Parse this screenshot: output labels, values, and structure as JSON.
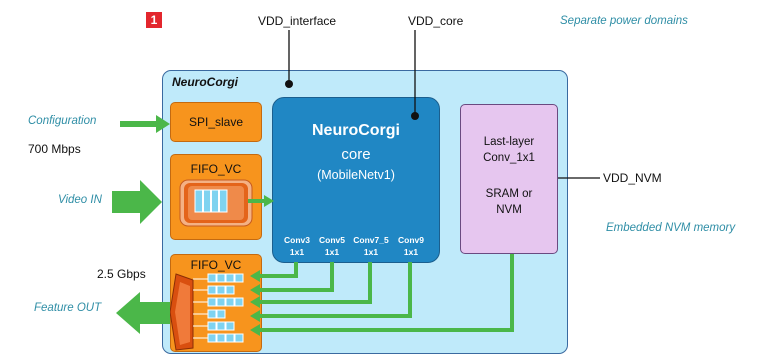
{
  "badge": "1",
  "power": {
    "vdd_interface": "VDD_interface",
    "vdd_core": "VDD_core",
    "vdd_nvm": "VDD_NVM",
    "separate_domains": "Separate power domains",
    "embedded_nvm": "Embedded NVM memory"
  },
  "chip": {
    "name": "NeuroCorgi",
    "spi": "SPI_slave",
    "fifo_in": "FIFO_VC",
    "fifo_out": "FIFO_VC",
    "core": {
      "title": "NeuroCorgi",
      "subtitle": "core",
      "model": "(MobileNetv1)",
      "convs": [
        {
          "name": "Conv3",
          "kernel": "1x1"
        },
        {
          "name": "Conv5",
          "kernel": "1x1"
        },
        {
          "name": "Conv7_5",
          "kernel": "1x1"
        },
        {
          "name": "Conv9",
          "kernel": "1x1"
        }
      ]
    },
    "nvm": {
      "line1": "Last-layer",
      "line2": "Conv_1x1",
      "line3": "SRAM or",
      "line4": "NVM"
    }
  },
  "io": {
    "configuration": "Configuration",
    "video_in": "Video IN",
    "feature_out": "Feature OUT",
    "rate_in": "700 Mbps",
    "rate_out": "2.5 Gbps"
  },
  "colors": {
    "chip_fill": "#bfeafa",
    "core_fill": "#2087c4",
    "fifo_fill": "#f7941d",
    "nvm_fill": "#e6c6ef",
    "arrow_green": "#4bb749",
    "italic_label": "#2f8ea6",
    "badge": "#e3262d"
  }
}
